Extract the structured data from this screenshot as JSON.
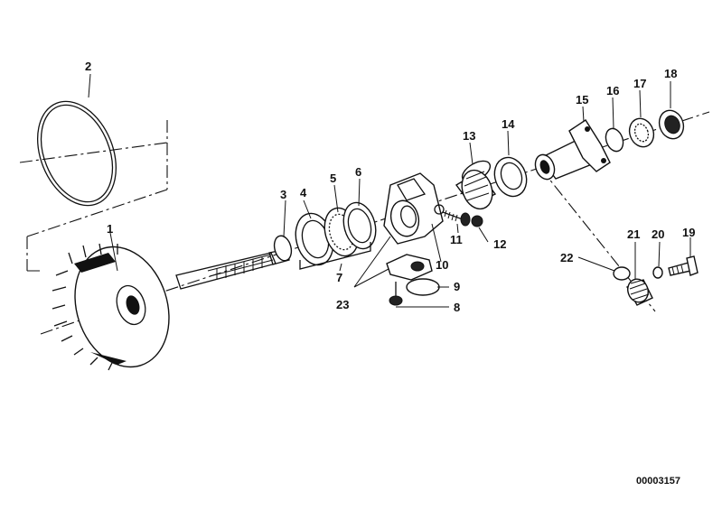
{
  "diagram": {
    "reference_number": "00003157",
    "part_labels": [
      "1",
      "2",
      "3",
      "4",
      "5",
      "6",
      "7",
      "8",
      "9",
      "10",
      "11",
      "12",
      "13",
      "14",
      "15",
      "16",
      "17",
      "18",
      "19",
      "20",
      "21",
      "22",
      "23"
    ]
  }
}
